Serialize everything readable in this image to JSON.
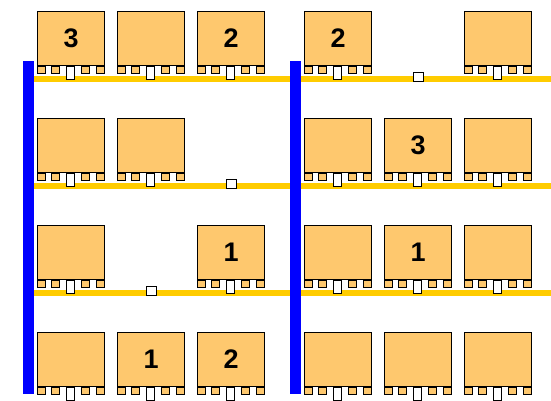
{
  "colors": {
    "box_fill": "#fec86e",
    "beam": "#ffcc00",
    "upright": "#0000ff",
    "marker_fill": "#ffffff",
    "outline": "#000000",
    "background": "#ffffff"
  },
  "rack": {
    "bays": [
      {
        "levels": [
          {
            "slots": [
              {
                "occupied": true,
                "label": "3"
              },
              {
                "occupied": true,
                "label": ""
              },
              {
                "occupied": true,
                "label": "2"
              }
            ]
          },
          {
            "slots": [
              {
                "occupied": true,
                "label": ""
              },
              {
                "occupied": true,
                "label": ""
              },
              {
                "occupied": false,
                "label": ""
              }
            ]
          },
          {
            "slots": [
              {
                "occupied": true,
                "label": ""
              },
              {
                "occupied": false,
                "label": ""
              },
              {
                "occupied": true,
                "label": "1"
              }
            ]
          },
          {
            "slots": [
              {
                "occupied": true,
                "label": ""
              },
              {
                "occupied": true,
                "label": "1"
              },
              {
                "occupied": true,
                "label": "2"
              }
            ]
          }
        ]
      },
      {
        "levels": [
          {
            "slots": [
              {
                "occupied": true,
                "label": "2"
              },
              {
                "occupied": false,
                "label": ""
              },
              {
                "occupied": true,
                "label": ""
              }
            ]
          },
          {
            "slots": [
              {
                "occupied": true,
                "label": ""
              },
              {
                "occupied": true,
                "label": "3"
              },
              {
                "occupied": true,
                "label": ""
              }
            ]
          },
          {
            "slots": [
              {
                "occupied": true,
                "label": ""
              },
              {
                "occupied": true,
                "label": "1"
              },
              {
                "occupied": true,
                "label": ""
              }
            ]
          },
          {
            "slots": [
              {
                "occupied": true,
                "label": ""
              },
              {
                "occupied": true,
                "label": ""
              },
              {
                "occupied": true,
                "label": ""
              }
            ]
          }
        ]
      }
    ]
  }
}
